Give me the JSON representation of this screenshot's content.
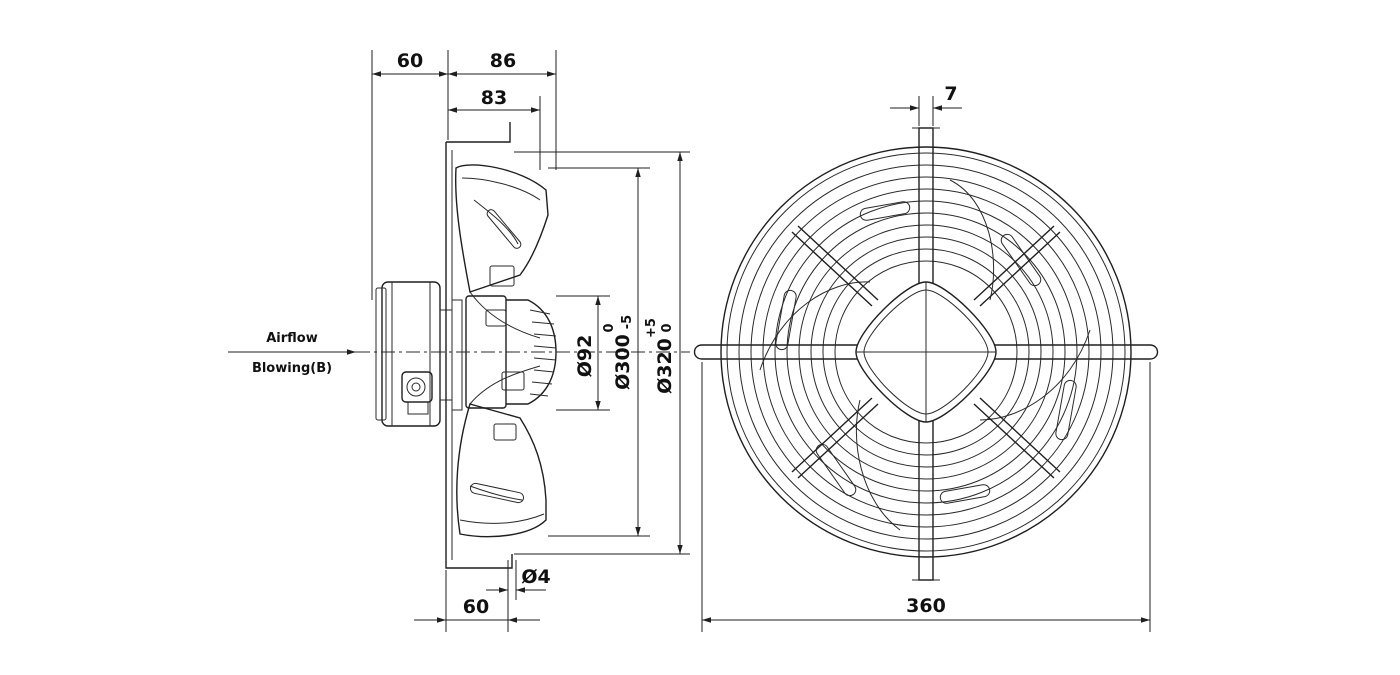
{
  "side_view": {
    "dim_top_left": "60",
    "dim_top_right": "86",
    "dim_83": "83",
    "dim_hub": "Ø92",
    "dim_300": "Ø300",
    "dim_300_tol_top": "0",
    "dim_300_tol_bottom": "-5",
    "dim_320": "Ø320",
    "dim_320_tol_top": "+5",
    "dim_320_tol_bottom": "0",
    "dim_hole": "Ø4",
    "dim_bottom": "60"
  },
  "airflow": {
    "label_top": "Airflow",
    "label_bottom": "Blowing(B)"
  },
  "front_view": {
    "dim_top": "7",
    "dim_width": "360"
  }
}
